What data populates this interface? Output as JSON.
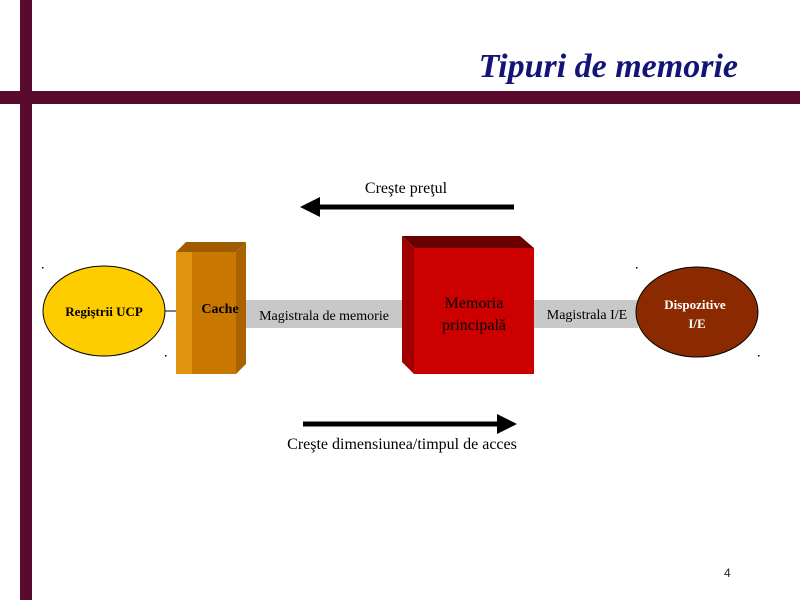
{
  "slide": {
    "title": "Tipuri de memorie",
    "page_number": "4"
  },
  "diagram": {
    "registers_label": "Regiştrii UCP",
    "cache_label": "Cache",
    "memory_bus_label": "Magistrala de memorie",
    "main_memory_line1": "Memoria",
    "main_memory_line2": "principală",
    "io_bus_label": "Magistrala I/E",
    "devices_line1": "Dispozitive",
    "devices_line2": "I/E",
    "price_arrow_label": "Creşte preţul",
    "size_arrow_label": "Creşte dimensiunea/timpul de acces"
  },
  "colors": {
    "frame": "#5a0a2e",
    "title": "#141478",
    "registers": "#ffcc00",
    "cache": "#c87800",
    "bus": "#c8c8c8",
    "main_memory": "#cc0000",
    "devices": "#8b2a00"
  }
}
